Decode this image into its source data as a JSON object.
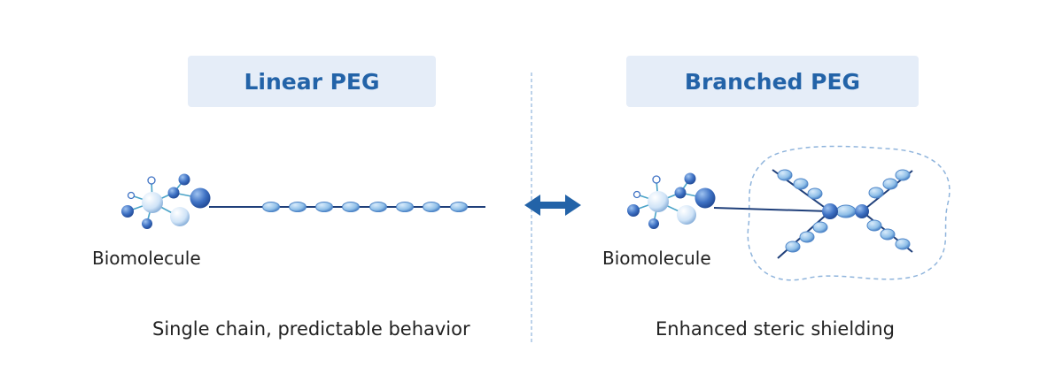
{
  "left_panel": {
    "title": "Linear PEG",
    "biomolecule_label": "Biomolecule",
    "caption": "Single chain, predictable behavior"
  },
  "right_panel": {
    "title": "Branched PEG",
    "biomolecule_label": "Biomolecule",
    "caption": "Enhanced steric shielding"
  },
  "colors": {
    "title_bg": "#e5edf8",
    "title_text": "#2363a8",
    "chain_line": "#1f3f7a",
    "bead_fill": "#8fbfe8",
    "node_dark": "#3f72c4",
    "arrow": "#2363a8",
    "divider": "#8fb4dc",
    "shield_outline": "#8fb4dc"
  },
  "icons": {
    "center_arrow": "double-headed-arrow-icon"
  }
}
